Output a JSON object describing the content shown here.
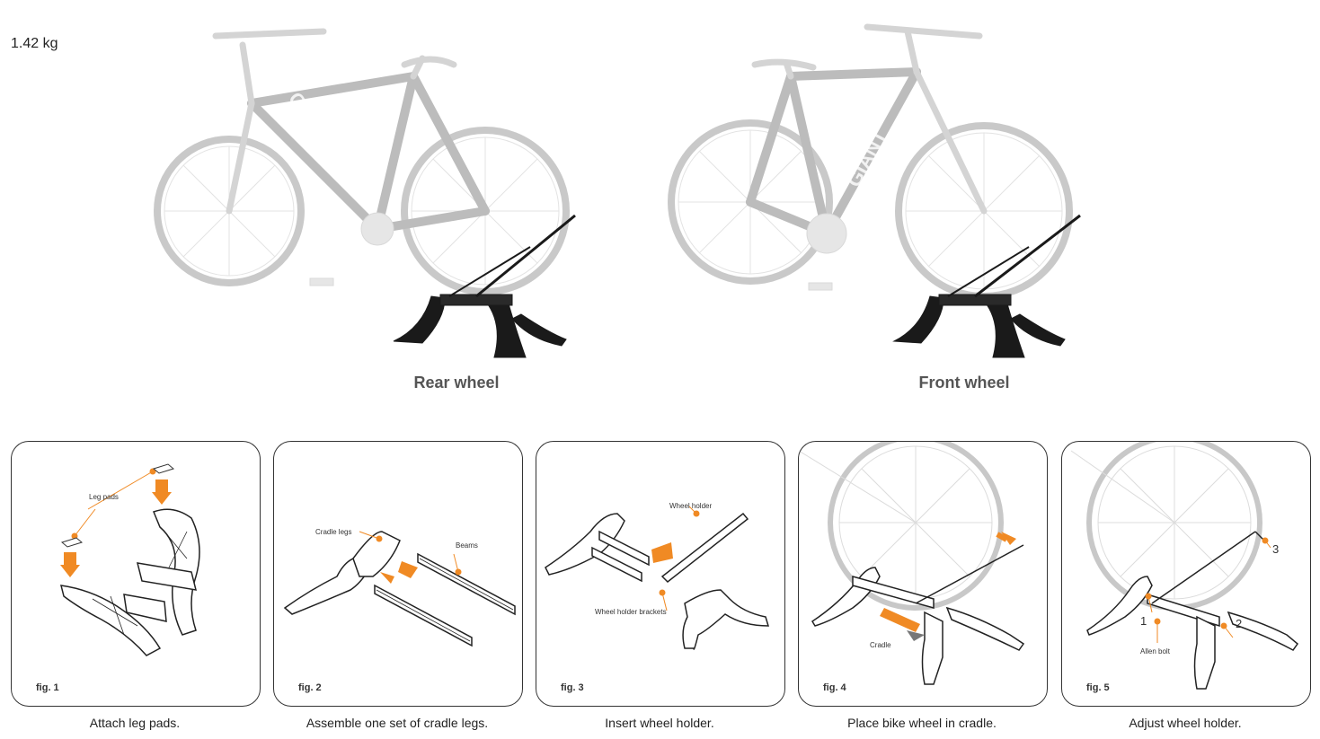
{
  "weight_label": "1.42 kg",
  "hero": {
    "rear_caption": "Rear wheel",
    "front_caption": "Front wheel",
    "brand": "GIANT"
  },
  "steps": [
    {
      "fig": "fig. 1",
      "caption": "Attach leg pads.",
      "callouts": {
        "a": "Leg pads"
      }
    },
    {
      "fig": "fig. 2",
      "caption": "Assemble one set of cradle legs.",
      "callouts": {
        "a": "Cradle legs",
        "b": "Beams"
      }
    },
    {
      "fig": "fig. 3",
      "caption": "Insert wheel holder.",
      "callouts": {
        "a": "Wheel holder",
        "b": "Wheel holder brackets"
      }
    },
    {
      "fig": "fig. 4",
      "caption": "Place bike wheel in cradle.",
      "callouts": {
        "a": "Cradle"
      }
    },
    {
      "fig": "fig. 5",
      "caption": "Adjust wheel holder.",
      "callouts": {
        "a": "Allen bolt",
        "n1": "1",
        "n2": "2",
        "n3": "3"
      }
    }
  ],
  "colors": {
    "accent_orange": "#f08a24",
    "bike_gray": "#c9c9c9",
    "stand_black": "#1a1a1a",
    "line": "#333333"
  }
}
